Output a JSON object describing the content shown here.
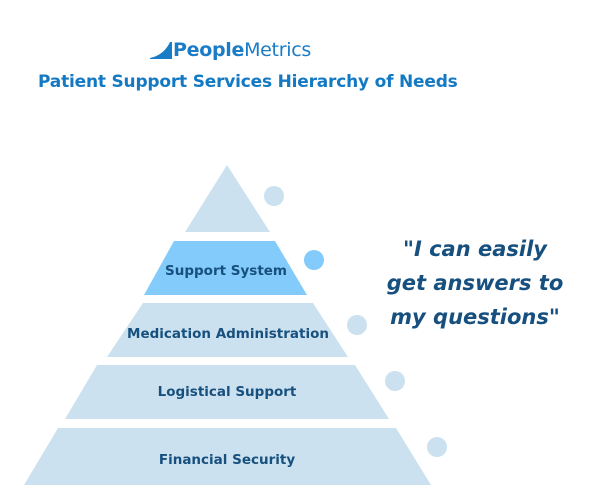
{
  "brand": {
    "name_bold": "People",
    "name_light": "Metrics",
    "color": "#1a7bc6"
  },
  "title": "Patient Support Services Hierarchy of Needs",
  "pyramid": {
    "levels": [
      {
        "label": "",
        "color": "#cce1ef",
        "highlighted": false
      },
      {
        "label": "Support System",
        "color": "#82cbfa",
        "highlighted": true
      },
      {
        "label": "Medication Administration",
        "color": "#cce1ef",
        "highlighted": false
      },
      {
        "label": "Logistical Support",
        "color": "#cce1ef",
        "highlighted": false
      },
      {
        "label": "Financial Security",
        "color": "#cce1ef",
        "highlighted": false
      }
    ],
    "text_color": "#17507e"
  },
  "quote": "\"I can easily get answers to my questions\""
}
